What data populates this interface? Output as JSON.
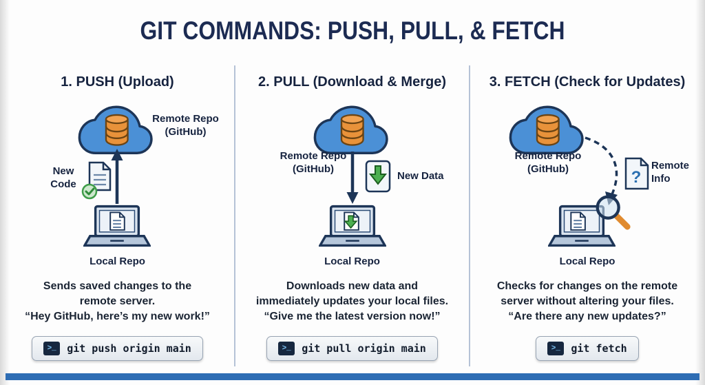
{
  "title": "GIT COMMANDS: PUSH, PULL, & FETCH",
  "terminal_glyph": ">_",
  "columns": [
    {
      "heading": "1. PUSH (Upload)",
      "remote_label": "Remote Repo\n(GitHub)",
      "side_label": "New\nCode",
      "local_label": "Local Repo",
      "description": "Sends saved changes to the\nremote server.\n“Hey GitHub, here’s my new work!”",
      "command": "git push origin main"
    },
    {
      "heading": "2. PULL (Download & Merge)",
      "remote_label": "Remote Repo\n(GitHub)",
      "side_label": "New Data",
      "local_label": "Local Repo",
      "description": "Downloads new data and\nimmediately updates your local files.\n“Give me the latest version now!”",
      "command": "git pull origin main"
    },
    {
      "heading": "3. FETCH (Check for Updates)",
      "remote_label": "Remote Repo\n(GitHub)",
      "side_label": "Remote\nInfo",
      "local_label": "Local Repo",
      "description": "Checks for changes on the remote\nserver without altering your files.\n“Are there any new updates?”",
      "command": "git fetch"
    }
  ],
  "colors": {
    "accent_navy": "#1d3557",
    "cloud_blue": "#4b90d6",
    "database_orange": "#e8923a",
    "success_green": "#4caf50",
    "bottom_bar_blue": "#2e6db4",
    "divider_gray": "#b5c2d6"
  }
}
